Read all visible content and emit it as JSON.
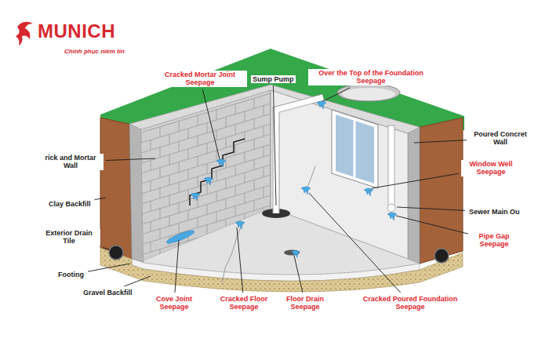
{
  "diagram": {
    "labels": [
      "MUNICH",
      "Chinh phục niềm tin",
      "Cracked Mortar Joint Seepage",
      "Sump Pump",
      "Over the Top of the Foundation Seepage",
      "Poured Concret Wall",
      "rick and Mortar Wall",
      "Window Well Seepage",
      "Clay Backfill",
      "Sewer Main Ou",
      "Pipe Gap Seepage",
      "Exterior Drain Tile",
      "Footing",
      "Gravel Backfill",
      "Cove Joint Seepage",
      "Cracked Floor Seepage",
      "Floor Drain Seepage",
      "Cracked Poured Foundation Seepage"
    ]
  }
}
